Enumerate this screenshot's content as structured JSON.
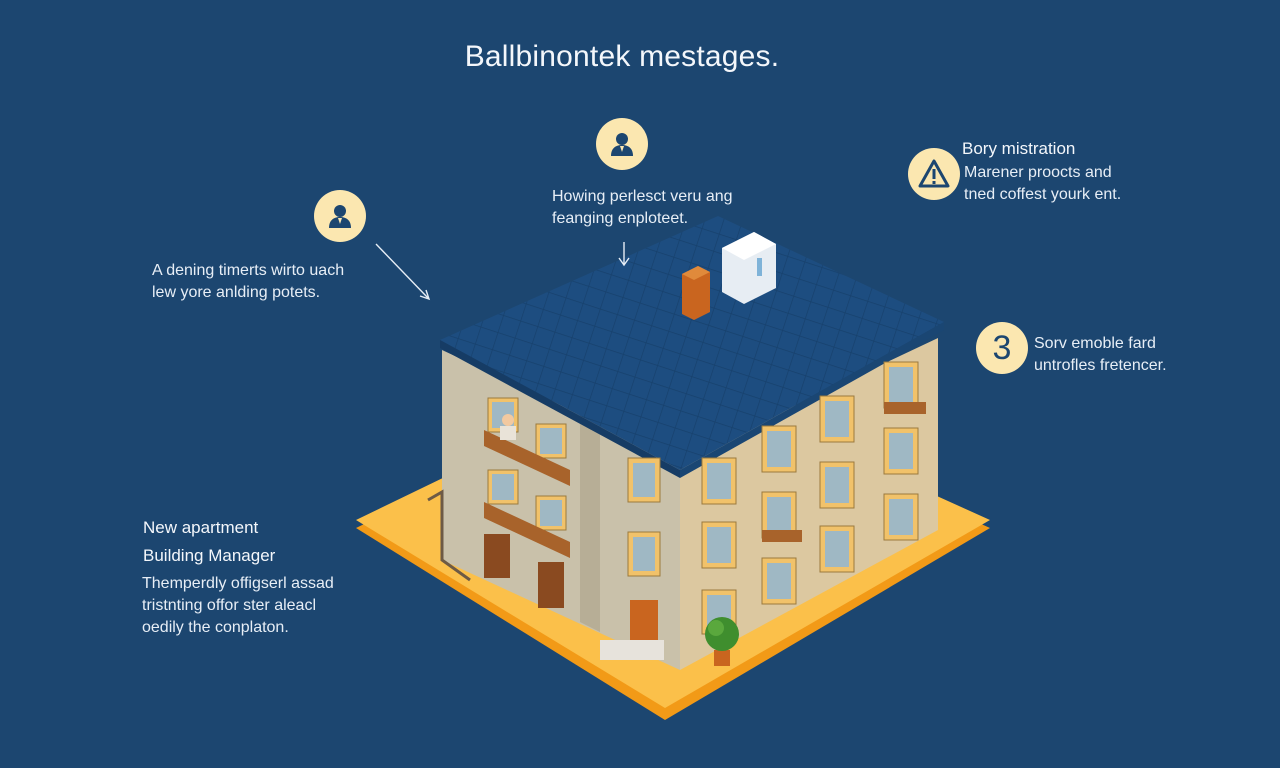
{
  "title": "Ballbinontek mestages.",
  "callouts": {
    "left": {
      "icon": "person-icon",
      "line1": "A dening timerts wirto uach",
      "line2": "lew yore anlding potets."
    },
    "top": {
      "icon": "person-icon",
      "line1": "Howing perlesct veru ang",
      "line2": "feanging enploteet."
    },
    "right_top": {
      "icon": "warning-icon",
      "heading": "Bory mistration",
      "line1": "Marener proocts and",
      "line2": "tned coffest yourk ent."
    },
    "right_mid": {
      "badge_number": "3",
      "line1": "Sorv emoble fard",
      "line2": "untrofles fretencer."
    },
    "manager": {
      "title_line1": "New apartment",
      "title_line2": "Building Manager",
      "line1": "Themperdly offigserl assad",
      "line2": "tristnting offor ster aleacl",
      "line3": "oedily the conplaton."
    }
  },
  "colors": {
    "background": "#1c4670",
    "badge": "#fbe7b0",
    "base_platform": "#f6a623",
    "roof": "#1d4d80",
    "wall_light": "#d9c6a0",
    "wall_side": "#c8bfa6"
  }
}
